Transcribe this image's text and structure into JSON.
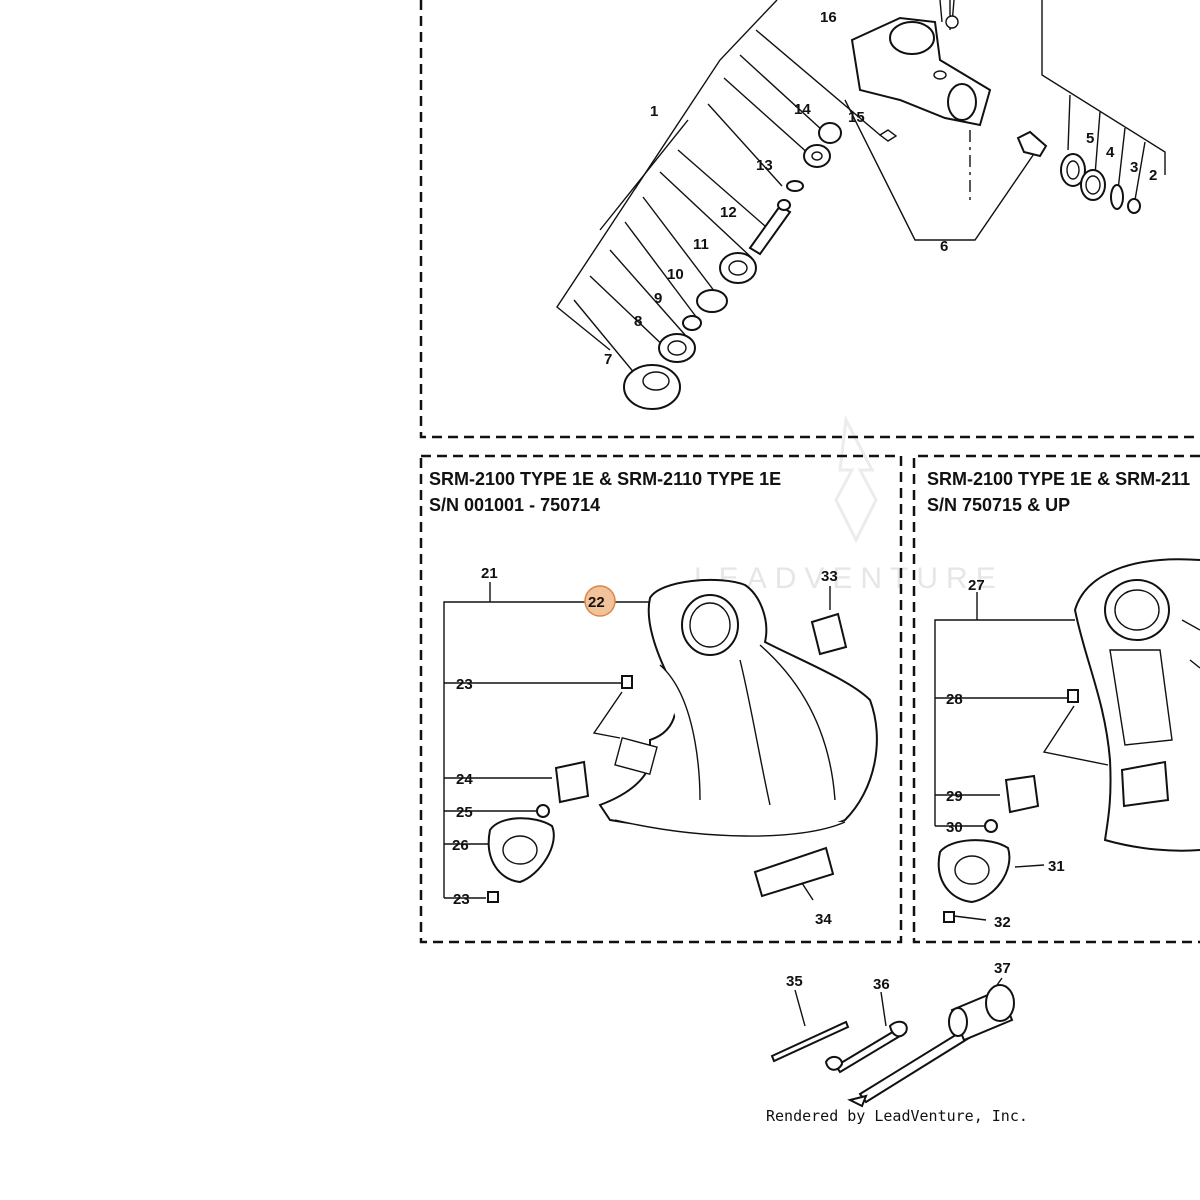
{
  "diagram": {
    "panel_left": {
      "title_line1": "SRM-2100 TYPE 1E & SRM-2110 TYPE 1E",
      "title_line2": "S/N 001001 - 750714"
    },
    "panel_right": {
      "title_line1": "SRM-2100 TYPE 1E & SRM-211",
      "title_line2": "S/N 750715 & UP"
    },
    "callouts_top": [
      "16",
      "14",
      "15",
      "1",
      "13",
      "12",
      "11",
      "10",
      "9",
      "8",
      "7",
      "6",
      "5",
      "4",
      "3",
      "2"
    ],
    "callouts_left": [
      "21",
      "22",
      "33",
      "23",
      "24",
      "25",
      "26",
      "23",
      "34"
    ],
    "callouts_right": [
      "27",
      "28",
      "29",
      "30",
      "31",
      "32"
    ],
    "callouts_tools": [
      "35",
      "36",
      "37"
    ],
    "highlighted_part": "22",
    "watermark": "LEADVENTURE",
    "footer": "Rendered by LeadVenture, Inc."
  },
  "colors": {
    "highlight_fill": "#f2c29a",
    "highlight_stroke": "#d9874a",
    "line": "#111111"
  }
}
